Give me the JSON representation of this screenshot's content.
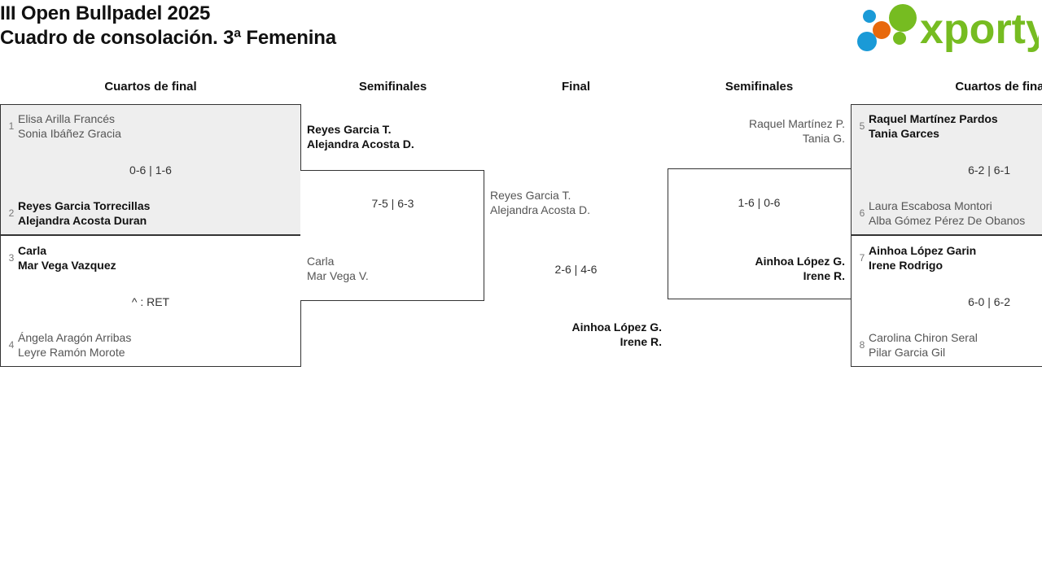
{
  "header": {
    "title_line1": "III Open Bullpadel 2025",
    "title_line2": "Cuadro de consolación. 3ª Femenina",
    "logo_text": "xporty",
    "logo_colors": {
      "green": "#76bc21",
      "orange": "#e8690b",
      "blue": "#1a9ad7"
    }
  },
  "rounds": {
    "qf_left": "Cuartos de final",
    "sf_left": "Semifinales",
    "final": "Final",
    "sf_right": "Semifinales",
    "qf_right": "Cuartos de final"
  },
  "bracket": {
    "qf1": {
      "top": {
        "seed": "1",
        "p1": "Elisa Arilla Francés",
        "p2": "Sonia Ibáñez Gracia",
        "winner": false
      },
      "bottom": {
        "seed": "2",
        "p1": "Reyes Garcia Torrecillas",
        "p2": "Alejandra Acosta Duran",
        "winner": true
      },
      "score": "0-6 | 1-6"
    },
    "qf2": {
      "top": {
        "seed": "3",
        "p1": "Carla",
        "p2": "Mar Vega Vazquez",
        "winner": true
      },
      "bottom": {
        "seed": "4",
        "p1": "Ángela Aragón Arribas",
        "p2": "Leyre Ramón Morote",
        "winner": false
      },
      "score": "^ : RET"
    },
    "qf3": {
      "top": {
        "seed": "5",
        "p1": "Raquel Martínez Pardos",
        "p2": "Tania Garces",
        "winner": true
      },
      "bottom": {
        "seed": "6",
        "p1": "Laura Escabosa Montori",
        "p2": "Alba Gómez Pérez De Obanos",
        "winner": false
      },
      "score": "6-2 | 6-1"
    },
    "qf4": {
      "top": {
        "seed": "7",
        "p1": "Ainhoa López Garin",
        "p2": "Irene Rodrigo",
        "winner": true
      },
      "bottom": {
        "seed": "8",
        "p1": "Carolina Chiron Seral",
        "p2": "Pilar Garcia Gil",
        "winner": false
      },
      "score": "6-0 | 6-2"
    },
    "sf_left": {
      "top": {
        "p1": "Reyes Garcia T.",
        "p2": "Alejandra Acosta D.",
        "winner": true
      },
      "bottom": {
        "p1": "Carla",
        "p2": "Mar Vega V.",
        "winner": false
      },
      "score": "7-5 | 6-3"
    },
    "sf_right": {
      "top": {
        "p1": "Raquel Martínez P.",
        "p2": "Tania G.",
        "winner": false
      },
      "bottom": {
        "p1": "Ainhoa López G.",
        "p2": "Irene R.",
        "winner": true
      },
      "score": "1-6 | 0-6"
    },
    "final": {
      "left": {
        "p1": "Reyes Garcia T.",
        "p2": "Alejandra Acosta D.",
        "winner": false
      },
      "right": {
        "p1": "Ainhoa López G.",
        "p2": "Irene R.",
        "winner": true
      },
      "score": "2-6 | 4-6"
    }
  }
}
